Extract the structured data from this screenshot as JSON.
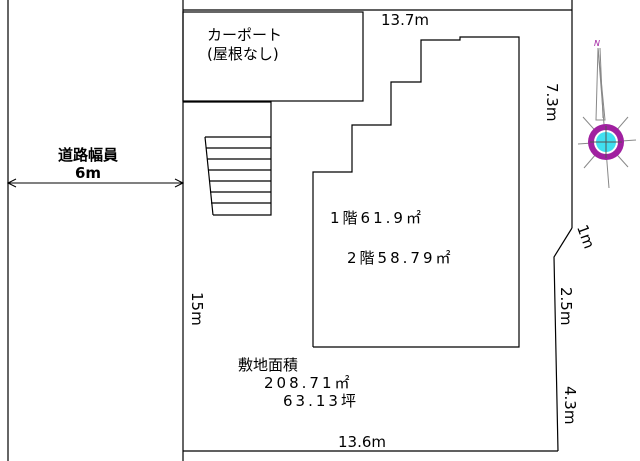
{
  "carport": {
    "line1": "カーポート",
    "line2": "(屋根なし)"
  },
  "road": {
    "line1": "道路幅員",
    "line2": "6m"
  },
  "floors": {
    "first": "1階61.9㎡",
    "second": "2階58.79㎡"
  },
  "site_area": {
    "label": "敷地面積",
    "sqm": "208.71㎡",
    "tsubo": "63.13坪"
  },
  "dimensions": {
    "top": "13.7m",
    "bottom": "13.6m",
    "left": "15m",
    "right_1": "7.3m",
    "right_2": "1m",
    "right_3": "2.5m",
    "right_4": "4.3m"
  },
  "compass": {
    "north_label": "N",
    "accent_color": "#a020a0",
    "center_color": "#40e0f0"
  }
}
